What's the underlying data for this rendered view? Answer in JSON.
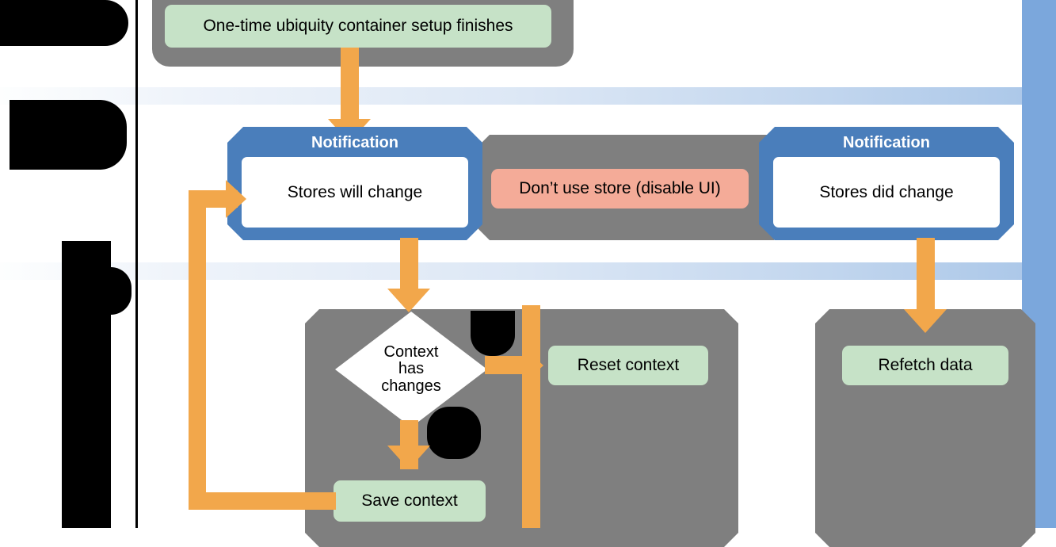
{
  "diagram": {
    "type": "swimlane-flowchart",
    "title_visible": false,
    "colors": {
      "group_gray": "#7f7f7f",
      "node_green": "#c6e2c7",
      "node_pink": "#f4ab98",
      "notification_blue": "#4a7ebb",
      "connector_orange": "#f2a74b",
      "lane_band_blue": "#a9c6e8",
      "right_rail_blue": "#7ba7dc",
      "redaction_black": "#000000",
      "decision_white": "#ffffff"
    },
    "lanes": [
      {
        "id": "lane-1",
        "label": "",
        "redacted": true
      },
      {
        "id": "lane-2",
        "label": "",
        "redacted": true
      },
      {
        "id": "lane-3",
        "label": "",
        "redacted": true
      }
    ],
    "nodes": [
      {
        "id": "setup-finishes",
        "label": "One-time ubiquity container setup finishes",
        "shape": "rounded-rect",
        "fill": "green"
      },
      {
        "id": "stores-will",
        "label": "Stores will change",
        "shape": "notification",
        "fill": "blue",
        "title": "Notification"
      },
      {
        "id": "dont-use-store",
        "label": "Don’t use store (disable UI)",
        "shape": "rounded-rect",
        "fill": "pink"
      },
      {
        "id": "stores-did",
        "label": "Stores did change",
        "shape": "notification",
        "fill": "blue",
        "title": "Notification"
      },
      {
        "id": "context-changes",
        "label": "Context has changes",
        "shape": "diamond",
        "fill": "white",
        "lines": [
          "Context",
          "has",
          "changes"
        ]
      },
      {
        "id": "reset-context",
        "label": "Reset context",
        "shape": "rounded-rect",
        "fill": "green"
      },
      {
        "id": "save-context",
        "label": "Save context",
        "shape": "rounded-rect",
        "fill": "green"
      },
      {
        "id": "refetch-data",
        "label": "Refetch data",
        "shape": "rounded-rect",
        "fill": "green"
      }
    ],
    "notification_title": "Notification",
    "edge_labels": [
      {
        "id": "decision-branch-top",
        "label": "",
        "redacted": true
      },
      {
        "id": "decision-branch-bottom",
        "label": "",
        "redacted": true
      }
    ],
    "edges": [
      {
        "from": "setup-finishes",
        "to": "stores-will",
        "style": "orange-arrow",
        "direction": "down"
      },
      {
        "from": "stores-will",
        "to": "context-changes",
        "style": "orange-arrow",
        "direction": "down"
      },
      {
        "from": "context-changes",
        "to": "reset-context",
        "style": "orange-arrow",
        "direction": "right"
      },
      {
        "from": "context-changes",
        "to": "save-context",
        "style": "orange-arrow",
        "direction": "down"
      },
      {
        "from": "save-context",
        "to": "stores-will",
        "style": "orange-arrow",
        "direction": "loop-left-up"
      },
      {
        "from": "stores-did",
        "to": "refetch-data",
        "style": "orange-arrow",
        "direction": "down"
      }
    ]
  }
}
